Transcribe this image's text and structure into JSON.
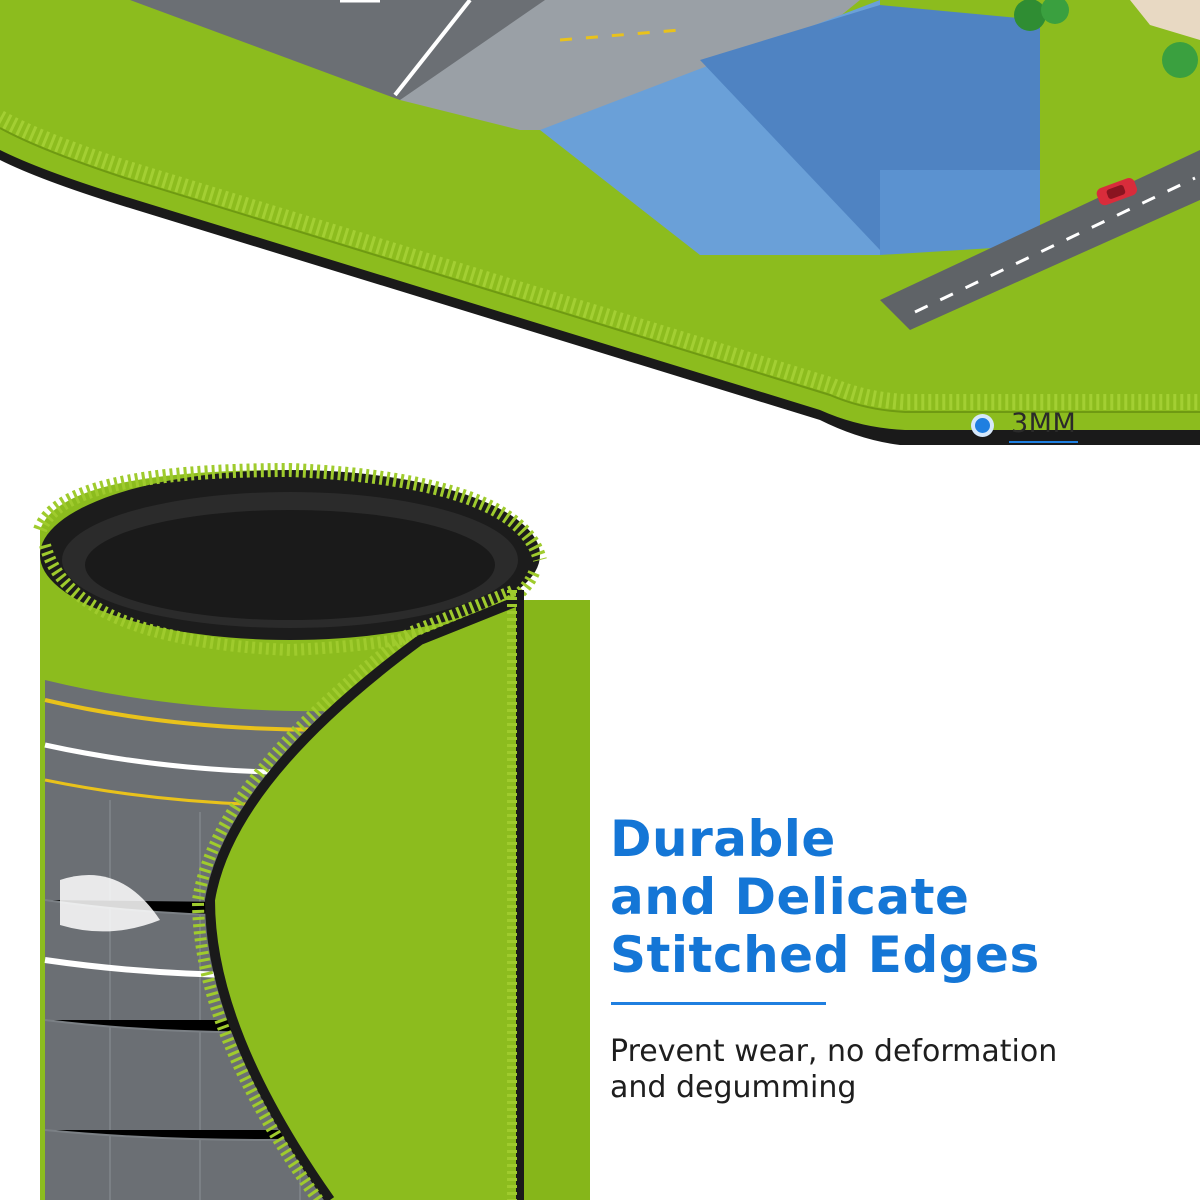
{
  "thickness": {
    "label": "3MM",
    "dot_color": "#1f7fe0"
  },
  "headline": {
    "lines": [
      "Durable",
      "and Delicate",
      "Stitched Edges"
    ],
    "color": "#1476d6"
  },
  "description": {
    "lines": [
      "Prevent wear, no deformation",
      "and degumming"
    ]
  },
  "colors": {
    "mat_green": "#8cbc1e",
    "road_gray": "#6b6f74",
    "water_blue": "#5a90cf",
    "stitch_black": "#1a1a1a"
  }
}
